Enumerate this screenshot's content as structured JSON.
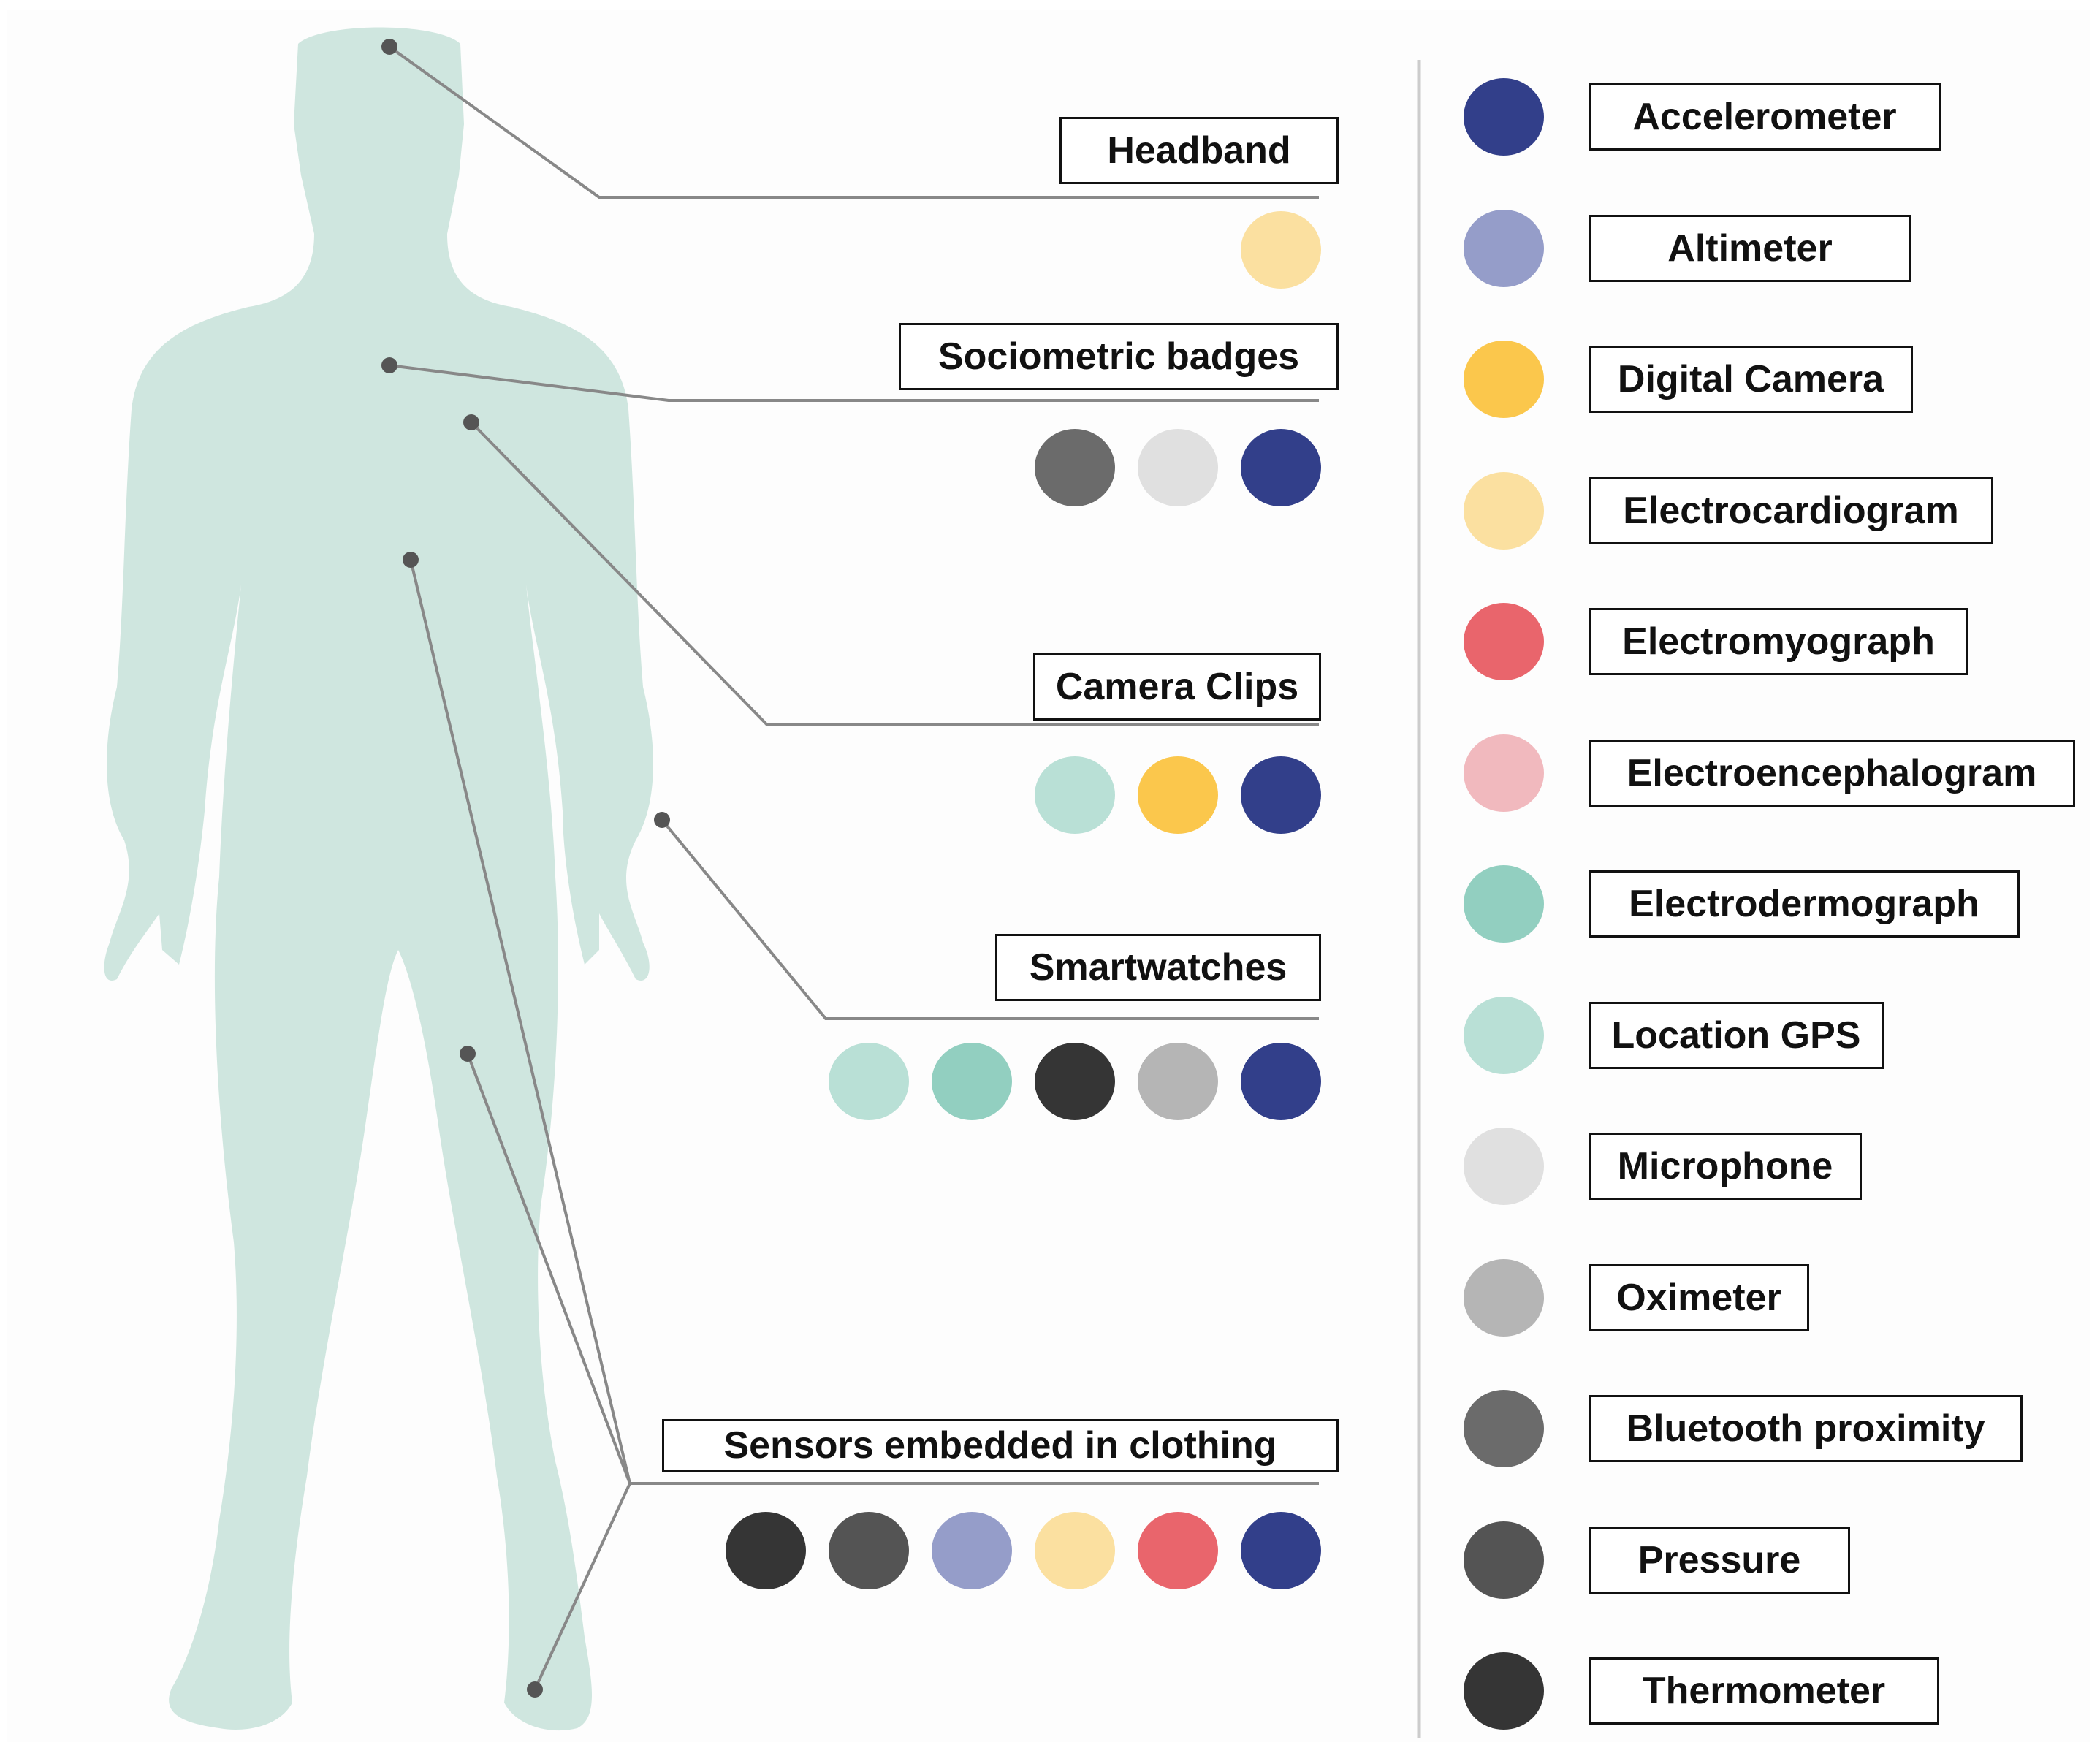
{
  "devices": {
    "headband": {
      "label": "Headband",
      "sensors": [
        "electrocardiogram"
      ]
    },
    "sociometric_badges": {
      "label": "Sociometric badges",
      "sensors": [
        "bluetooth_proximity",
        "microphone",
        "accelerometer"
      ]
    },
    "camera_clips": {
      "label": "Camera Clips",
      "sensors": [
        "location_gps",
        "digital_camera",
        "accelerometer"
      ]
    },
    "smartwatches": {
      "label": "Smartwatches",
      "sensors": [
        "location_gps",
        "electrodermograph",
        "thermometer",
        "oximeter",
        "accelerometer"
      ]
    },
    "clothing": {
      "label": "Sensors embedded in clothing",
      "sensors": [
        "thermometer",
        "pressure",
        "altimeter",
        "electrocardiogram",
        "electromyograph",
        "accelerometer"
      ]
    }
  },
  "legend": [
    {
      "key": "accelerometer",
      "label": "Accelerometer",
      "color": "#323f8a"
    },
    {
      "key": "altimeter",
      "label": "Altimeter",
      "color": "#959dc9"
    },
    {
      "key": "digital_camera",
      "label": "Digital Camera",
      "color": "#fbc74c"
    },
    {
      "key": "electrocardiogram",
      "label": "Electrocardiogram",
      "color": "#fbe0a0"
    },
    {
      "key": "electromyograph",
      "label": "Electromyograph",
      "color": "#e9656c"
    },
    {
      "key": "electroencephalogram",
      "label": "Electroencephalogram",
      "color": "#f1b9be"
    },
    {
      "key": "electrodermograph",
      "label": "Electrodermograph",
      "color": "#92cfc0"
    },
    {
      "key": "location_gps",
      "label": "Location GPS",
      "color": "#b9e0d6"
    },
    {
      "key": "microphone",
      "label": "Microphone",
      "color": "#e0e0e0"
    },
    {
      "key": "oximeter",
      "label": "Oximeter",
      "color": "#b5b5b5"
    },
    {
      "key": "bluetooth_proximity",
      "label": "Bluetooth proximity",
      "color": "#6b6b6b"
    },
    {
      "key": "pressure",
      "label": "Pressure",
      "color": "#545454"
    },
    {
      "key": "thermometer",
      "label": "Thermometer",
      "color": "#353535"
    }
  ],
  "colors": {
    "body": "#cfe6df",
    "leader": "#888888",
    "anchor": "#555555"
  }
}
